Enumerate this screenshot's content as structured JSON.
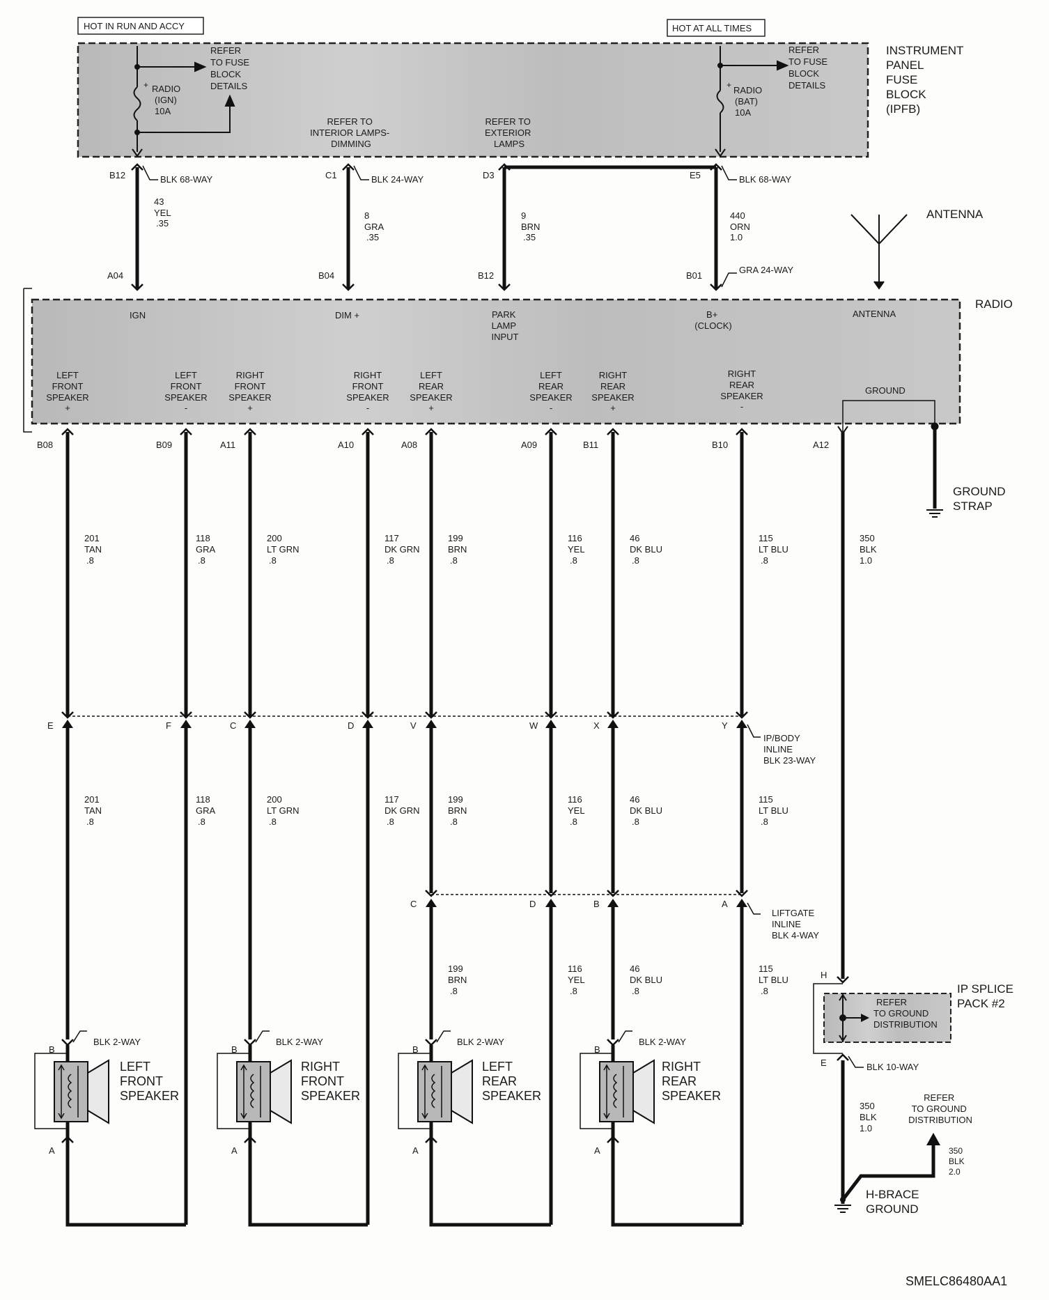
{
  "top_tags": {
    "hot_run_accy": "HOT IN RUN AND ACCY",
    "hot_all_times": "HOT AT ALL TIMES"
  },
  "fuse_block": {
    "label": [
      "INSTRUMENT",
      "PANEL",
      "FUSE",
      "BLOCK",
      "(IPFB)"
    ],
    "fuse1": [
      "RADIO",
      "(IGN)",
      "10A"
    ],
    "fuse2": [
      "RADIO",
      "(BAT)",
      "10A"
    ],
    "ref_fuse": [
      "REFER",
      "TO FUSE",
      "BLOCK",
      "DETAILS"
    ],
    "ref_interior": [
      "REFER TO",
      "INTERIOR LAMPS-",
      "DIMMING"
    ],
    "ref_exterior": [
      "REFER TO",
      "EXTERIOR",
      "LAMPS"
    ]
  },
  "top_connectors": {
    "blk68": "BLK 68-WAY",
    "blk24": "BLK 24-WAY",
    "gra24": "GRA 24-WAY"
  },
  "top_pins": {
    "b12": "B12",
    "c1": "C1",
    "d3": "D3",
    "e5": "E5",
    "a04": "A04",
    "b04": "B04",
    "b12r": "B12",
    "b01": "B01"
  },
  "top_wires": [
    [
      "43",
      "YEL",
      ".35"
    ],
    [
      "8",
      "GRA",
      ".35"
    ],
    [
      "9",
      "BRN",
      ".35"
    ],
    [
      "440",
      "ORN",
      "1.0"
    ]
  ],
  "antenna_label": "ANTENNA",
  "radio": {
    "label": "RADIO",
    "ign": "IGN",
    "dim": "DIM +",
    "park": [
      "PARK",
      "LAMP",
      "INPUT"
    ],
    "bplus": [
      "B+",
      "(CLOCK)"
    ],
    "antenna": "ANTENNA",
    "ground": "GROUND",
    "terminals": [
      [
        "LEFT",
        "FRONT",
        "SPEAKER",
        "+"
      ],
      [
        "LEFT",
        "FRONT",
        "SPEAKER",
        "-"
      ],
      [
        "RIGHT",
        "FRONT",
        "SPEAKER",
        "+"
      ],
      [
        "RIGHT",
        "FRONT",
        "SPEAKER",
        "-"
      ],
      [
        "LEFT",
        "REAR",
        "SPEAKER",
        "+"
      ],
      [
        "LEFT",
        "REAR",
        "SPEAKER",
        "-"
      ],
      [
        "RIGHT",
        "REAR",
        "SPEAKER",
        "+"
      ],
      [
        "RIGHT",
        "REAR",
        "SPEAKER",
        "-"
      ]
    ]
  },
  "radio_pins": [
    "B08",
    "B09",
    "A11",
    "A10",
    "A08",
    "A09",
    "B11",
    "B10",
    "A12"
  ],
  "ground_strap": [
    "GROUND",
    "STRAP"
  ],
  "mid_wires": [
    [
      "201",
      "TAN",
      ".8"
    ],
    [
      "118",
      "GRA",
      ".8"
    ],
    [
      "200",
      "LT GRN",
      ".8"
    ],
    [
      "117",
      "DK GRN",
      ".8"
    ],
    [
      "199",
      "BRN",
      ".8"
    ],
    [
      "116",
      "YEL",
      ".8"
    ],
    [
      "46",
      "DK BLU",
      ".8"
    ],
    [
      "115",
      "LT BLU",
      ".8"
    ],
    [
      "350",
      "BLK",
      "1.0"
    ]
  ],
  "inline_pins": [
    "E",
    "F",
    "C",
    "D",
    "V",
    "W",
    "X",
    "Y"
  ],
  "inline_label": [
    "IP/BODY",
    "INLINE",
    "BLK 23-WAY"
  ],
  "lower_wires": [
    [
      "201",
      "TAN",
      ".8"
    ],
    [
      "118",
      "GRA",
      ".8"
    ],
    [
      "200",
      "LT GRN",
      ".8"
    ],
    [
      "117",
      "DK GRN",
      ".8"
    ],
    [
      "199",
      "BRN",
      ".8"
    ],
    [
      "116",
      "YEL",
      ".8"
    ],
    [
      "46",
      "DK BLU",
      ".8"
    ],
    [
      "115",
      "LT BLU",
      ".8"
    ]
  ],
  "liftgate_pins": [
    "C",
    "D",
    "B",
    "A"
  ],
  "liftgate_label": [
    "LIFTGATE",
    "INLINE",
    "BLK 4-WAY"
  ],
  "rear_wires": [
    [
      "199",
      "BRN",
      ".8"
    ],
    [
      "116",
      "YEL",
      ".8"
    ],
    [
      "46",
      "DK BLU",
      ".8"
    ],
    [
      "115",
      "LT BLU",
      ".8"
    ]
  ],
  "speakers": [
    {
      "name": [
        "LEFT",
        "FRONT",
        "SPEAKER"
      ],
      "conn": "BLK 2-WAY",
      "pin_b": "B",
      "pin_a": "A"
    },
    {
      "name": [
        "RIGHT",
        "FRONT",
        "SPEAKER"
      ],
      "conn": "BLK 2-WAY",
      "pin_b": "B",
      "pin_a": "A"
    },
    {
      "name": [
        "LEFT",
        "REAR",
        "SPEAKER"
      ],
      "conn": "BLK 2-WAY",
      "pin_b": "B",
      "pin_a": "A"
    },
    {
      "name": [
        "RIGHT",
        "REAR",
        "SPEAKER"
      ],
      "conn": "BLK 2-WAY",
      "pin_b": "B",
      "pin_a": "A"
    }
  ],
  "splice": {
    "label": [
      "IP SPLICE",
      "PACK #2"
    ],
    "inner": [
      "REFER",
      "TO GROUND",
      "DISTRIBUTION"
    ],
    "pin_h": "H",
    "pin_e": "E",
    "conn": "BLK 10-WAY"
  },
  "ground_wire": [
    "350",
    "BLK",
    "1.0"
  ],
  "ground_ref": [
    "REFER",
    "TO GROUND",
    "DISTRIBUTION"
  ],
  "ground_wire2": [
    "350",
    "BLK",
    "2.0"
  ],
  "hbrace": [
    "H-BRACE",
    "GROUND"
  ],
  "footer_code": "SMELC86480AA1"
}
